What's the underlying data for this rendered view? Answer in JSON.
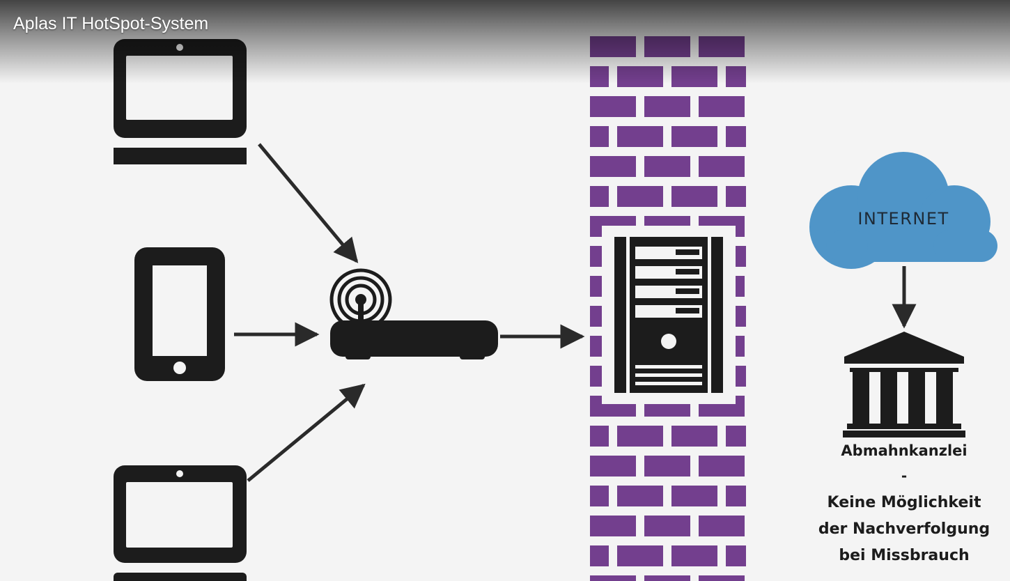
{
  "window": {
    "title": "Aplas IT HotSpot-System"
  },
  "diagram": {
    "cloud_label": "INTERNET",
    "institution_label": "Abmahnkanzlei",
    "separator": "-",
    "note_lines": [
      "Keine Möglichkeit",
      "der Nachverfolgung",
      "bei Missbrauch"
    ]
  },
  "icons": [
    "laptop-icon",
    "smartphone-icon",
    "tablet-icon",
    "wifi-router-icon",
    "server-icon",
    "firewall-wall",
    "internet-cloud-icon",
    "law-firm-building-icon"
  ],
  "colors": {
    "background": "#f4f4f4",
    "icon_black": "#1c1c1c",
    "arrow": "#2a2a2a",
    "brick_purple": "#733f8e",
    "cloud_blue": "#4f95c8",
    "title_text": "#ffffff"
  }
}
